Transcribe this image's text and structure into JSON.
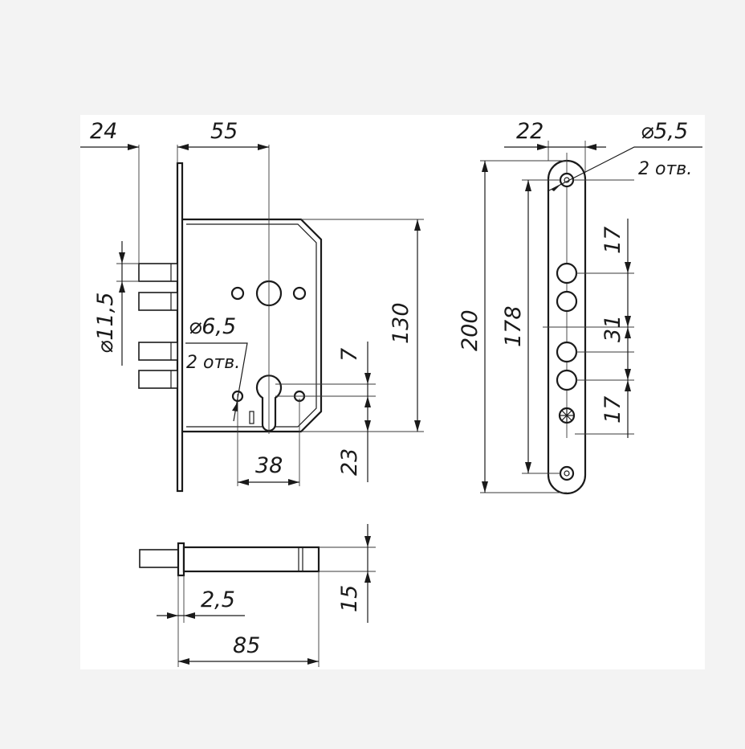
{
  "drawing": {
    "background": "#f3f3f3",
    "paper": "#ffffff",
    "line_color": "#1a1a1a"
  },
  "front_view": {
    "dim_backset_offset": "24",
    "dim_backset": "55",
    "dim_bolt_diameter": "⌀11,5",
    "dim_hole_diameter": "⌀6,5",
    "note_holes": "2 отв.",
    "dim_cylinder_center": "38",
    "dim_small_gap": "7",
    "dim_bottom_gap": "23",
    "dim_height": "130"
  },
  "faceplate_view": {
    "dim_width": "22",
    "dim_hole_diameter": "⌀5,5",
    "note_holes": "2 отв.",
    "dim_total_length": "200",
    "dim_hole_spacing": "178",
    "dim_top_bolt": "17",
    "dim_bolt_spacing": "31",
    "dim_bottom_bolt": "17"
  },
  "side_view": {
    "dim_plate_thickness": "2,5",
    "dim_depth": "85",
    "dim_body_thickness": "15"
  }
}
